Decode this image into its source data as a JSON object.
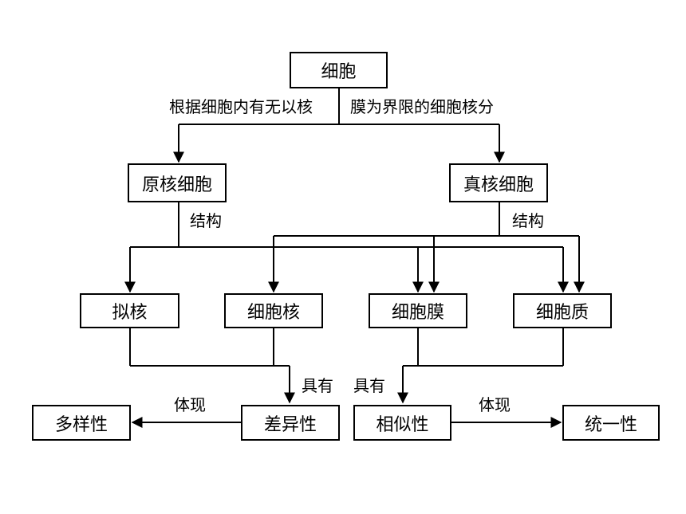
{
  "nodes": {
    "cell": "细胞",
    "prokaryote": "原核细胞",
    "eukaryote": "真核细胞",
    "nucleoid": "拟核",
    "nucleus": "细胞核",
    "membrane": "细胞膜",
    "cytoplasm": "细胞质",
    "diversity": "多样性",
    "difference": "差异性",
    "similarity": "相似性",
    "unity": "统一性"
  },
  "labels": {
    "classification_left": "根据细胞内有无以核",
    "classification_right": "膜为界限的细胞核分",
    "structure_left": "结构",
    "structure_right": "结构",
    "have_left": "具有",
    "have_right": "具有",
    "embody_left": "体现",
    "embody_right": "体现"
  },
  "colors": {
    "line": "#000000",
    "box_border": "#000000",
    "background": "#ffffff"
  }
}
